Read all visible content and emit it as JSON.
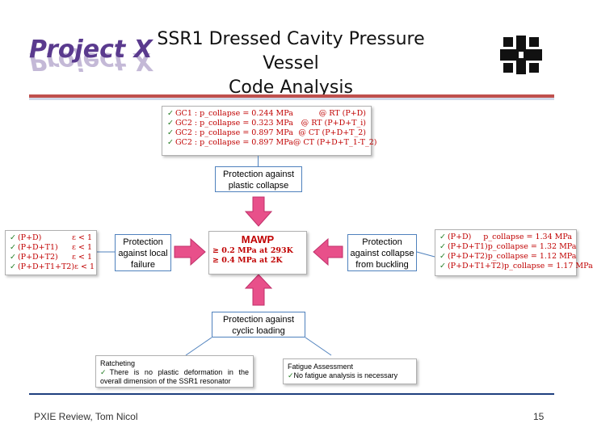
{
  "header": {
    "logo_text": "Project X",
    "title_line1": "SSR1 Dressed Cavity Pressure Vessel",
    "title_line2": "Code Analysis",
    "brand_color": "#5a3a8e",
    "accent_color": "#c0504d",
    "fermilab_logo_icon": "fermilab-logo-icon"
  },
  "plastic_collapse_results": [
    {
      "case": "GC1 : p_collapse = 0.244 MPa",
      "condition": "@ RT (P+D)"
    },
    {
      "case": "GC2 : p_collapse = 0.323 MPa",
      "condition": "@ RT (P+D+T_i)"
    },
    {
      "case": "GC2 : p_collapse = 0.897 MPa",
      "condition": "@ CT (P+D+T_2)"
    },
    {
      "case": "GC2 : p_collapse = 0.897 MPa",
      "condition": "@ CT (P+D+T_1-T_2)"
    }
  ],
  "boxes": {
    "plastic_collapse": "Protection against plastic collapse",
    "local_failure": "Protection against local failure",
    "buckling": "Protection against collapse from buckling",
    "cyclic_loading": "Protection against cyclic loading"
  },
  "mawp": {
    "title": "MAWP",
    "line1": "≥ 0.2 MPa at 293K",
    "line2": "≥ 0.4 MPa at 2K"
  },
  "local_failure_results": [
    {
      "case": "(P+D)",
      "criterion": "ε < 1"
    },
    {
      "case": "(P+D+T1)",
      "criterion": "ε < 1"
    },
    {
      "case": "(P+D+T2)",
      "criterion": "ε < 1"
    },
    {
      "case": "(P+D+T1+T2)",
      "criterion": "ε < 1"
    }
  ],
  "buckling_results": [
    {
      "case": "(P+D)",
      "value": "p_collapse = 1.34 MPa"
    },
    {
      "case": "(P+D+T1)",
      "value": "p_collapse = 1.32 MPa"
    },
    {
      "case": "(P+D+T2)",
      "value": "p_collapse = 1.12 MPa"
    },
    {
      "case": "(P+D+T1+T2)",
      "value": "p_collapse = 1.17 MPa"
    }
  ],
  "ratcheting": {
    "heading": "Ratcheting",
    "text": "There is no plastic deformation in the overall dimension of the SSR1 resonator"
  },
  "fatigue": {
    "heading": "Fatigue Assessment",
    "text": "No fatigue analysis is necessary"
  },
  "footer": {
    "left": "PXIE Review, Tom Nicol",
    "page": "15"
  },
  "colors": {
    "arrow_fill": "#e8508a",
    "box_border": "#4f81bd",
    "result_text": "#c00000",
    "check": "#1f7a1f"
  }
}
